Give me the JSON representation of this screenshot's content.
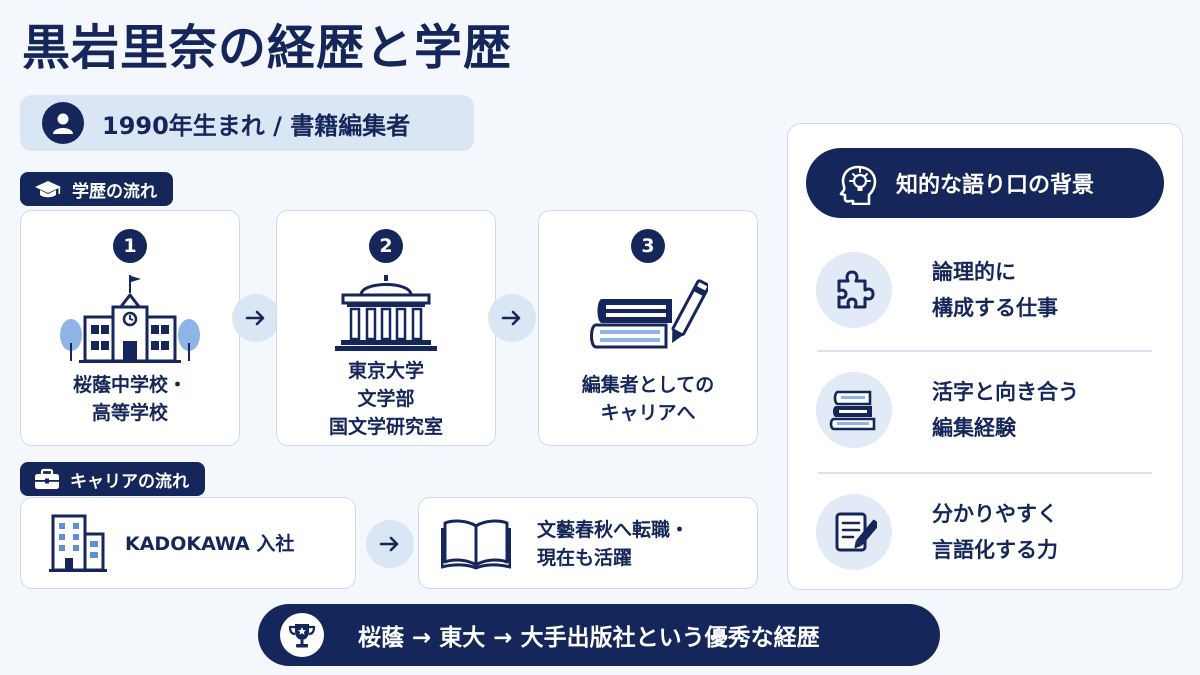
{
  "title": "黒岩里奈の経歴と学歴",
  "profile": {
    "text": "1990年生まれ / 書籍編集者",
    "icon": "person-icon"
  },
  "education": {
    "label": "学歴の流れ",
    "icon": "graduation-cap-icon",
    "steps": [
      {
        "number": "1",
        "lines": [
          "桜蔭中学校・",
          "高等学校"
        ],
        "icon": "school-building-icon"
      },
      {
        "number": "2",
        "lines": [
          "東京大学",
          "文学部",
          "国文学研究室"
        ],
        "icon": "university-building-icon"
      },
      {
        "number": "3",
        "lines": [
          "編集者としての",
          "キャリアへ"
        ],
        "icon": "books-pen-icon"
      }
    ]
  },
  "career": {
    "label": "キャリアの流れ",
    "icon": "briefcase-icon",
    "steps": [
      {
        "lines": [
          "KADOKAWA 入社"
        ],
        "icon": "office-building-icon"
      },
      {
        "lines": [
          "文藝春秋へ転職・",
          "現在も活躍"
        ],
        "icon": "open-book-icon"
      }
    ]
  },
  "traits": {
    "header": "知的な語り口の背景",
    "header_icon": "head-lightbulb-icon",
    "items": [
      {
        "lines": [
          "論理的に",
          "構成する仕事"
        ],
        "icon": "puzzle-piece-icon"
      },
      {
        "lines": [
          "活字と向き合う",
          "編集経験"
        ],
        "icon": "book-stack-icon"
      },
      {
        "lines": [
          "分かりやすく",
          "言語化する力"
        ],
        "icon": "document-pen-icon"
      }
    ]
  },
  "summary": {
    "text": "桜蔭 → 東大 → 大手出版社という優秀な経歴",
    "icon": "trophy-icon"
  },
  "colors": {
    "navy": "#15275a",
    "light_blue": "#dbe6f5",
    "background": "#f4f7fb",
    "accent_tree": "#8fb5e6"
  }
}
